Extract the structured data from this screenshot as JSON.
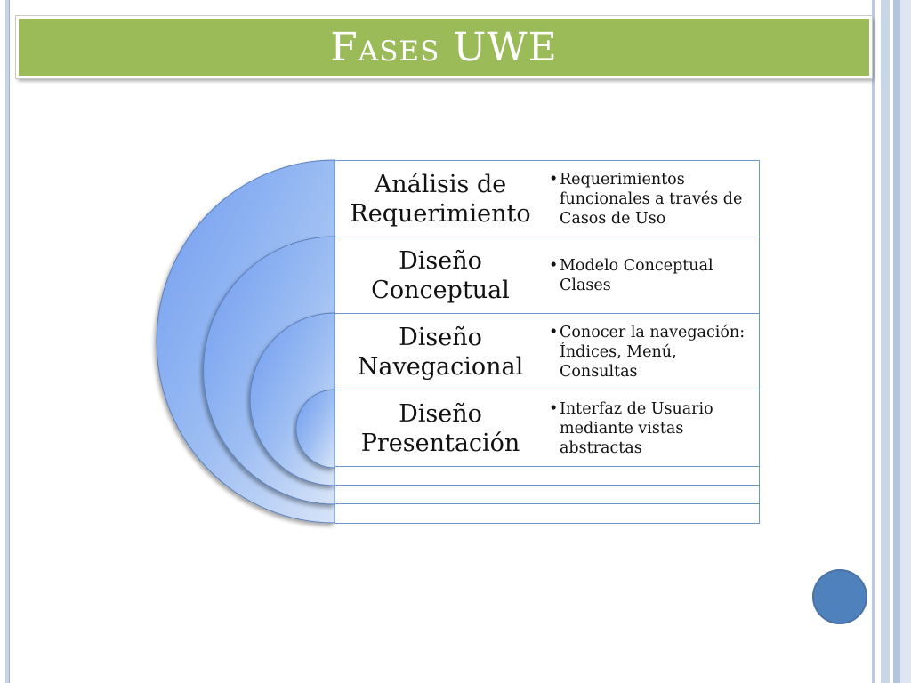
{
  "slide": {
    "title": "Fases UWE"
  },
  "colors": {
    "title_bar": "#9bbb59",
    "arc_fill": "#7da7f2",
    "grid_border": "#6f95cf",
    "nav_dot": "#4f81bd"
  },
  "phases": [
    {
      "name": "Análisis de Requerimiento",
      "description": "Requerimientos funcionales a través de Casos de Uso"
    },
    {
      "name": "Diseño Conceptual",
      "description": "Modelo Conceptual Clases"
    },
    {
      "name": "Diseño Navegacional",
      "description": "Conocer la navegación: Índices, Menú, Consultas"
    },
    {
      "name": "Diseño Presentación",
      "description": "Interfaz de Usuario mediante vistas abstractas"
    }
  ],
  "icons": {
    "bullet": "•",
    "nav": "circle-icon"
  }
}
